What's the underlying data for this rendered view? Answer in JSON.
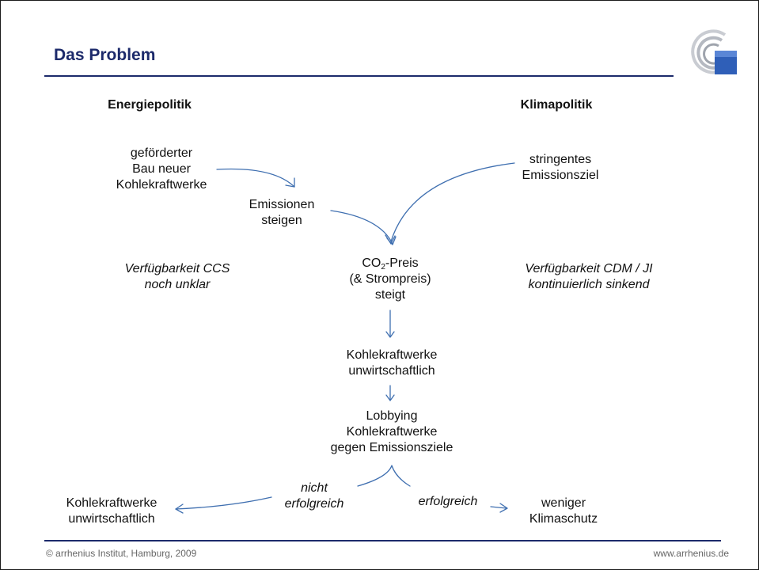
{
  "slide": {
    "title": "Das Problem",
    "accent_color": "#1c2a6b",
    "arrow_color": "#3f6fb0"
  },
  "headings": {
    "left": "Energiepolitik",
    "right": "Klimapolitik"
  },
  "nodes": {
    "coal_build": [
      "geförderter",
      "Bau neuer",
      "Kohlekraftwerke"
    ],
    "emission_target": [
      "stringentes",
      "Emissionsziel"
    ],
    "emissions_rise": [
      "Emissionen",
      "steigen"
    ],
    "ccs": [
      "Verfügbarkeit CCS",
      "noch unklar"
    ],
    "co2_price": {
      "line1_prefix": "CO",
      "line1_sub": "2",
      "line1_suffix": "-Preis",
      "line2": "(& Strompreis)",
      "line3": "steigt"
    },
    "cdm": [
      "Verfügbarkeit CDM / JI",
      "kontinuierlich sinkend"
    ],
    "coal_uneconomic": [
      "Kohlekraftwerke",
      "unwirtschaftlich"
    ],
    "lobbying": [
      "Lobbying",
      "Kohlekraftwerke",
      "gegen Emissionsziele"
    ],
    "not_successful": [
      "nicht",
      "erfolgreich"
    ],
    "successful": "erfolgreich",
    "outcome_left": [
      "Kohlekraftwerke",
      "unwirtschaftlich"
    ],
    "outcome_right": [
      "weniger",
      "Klimaschutz"
    ]
  },
  "footer": {
    "left": "© arrhenius Institut, Hamburg, 2009",
    "right": "www.arrhenius.de"
  }
}
